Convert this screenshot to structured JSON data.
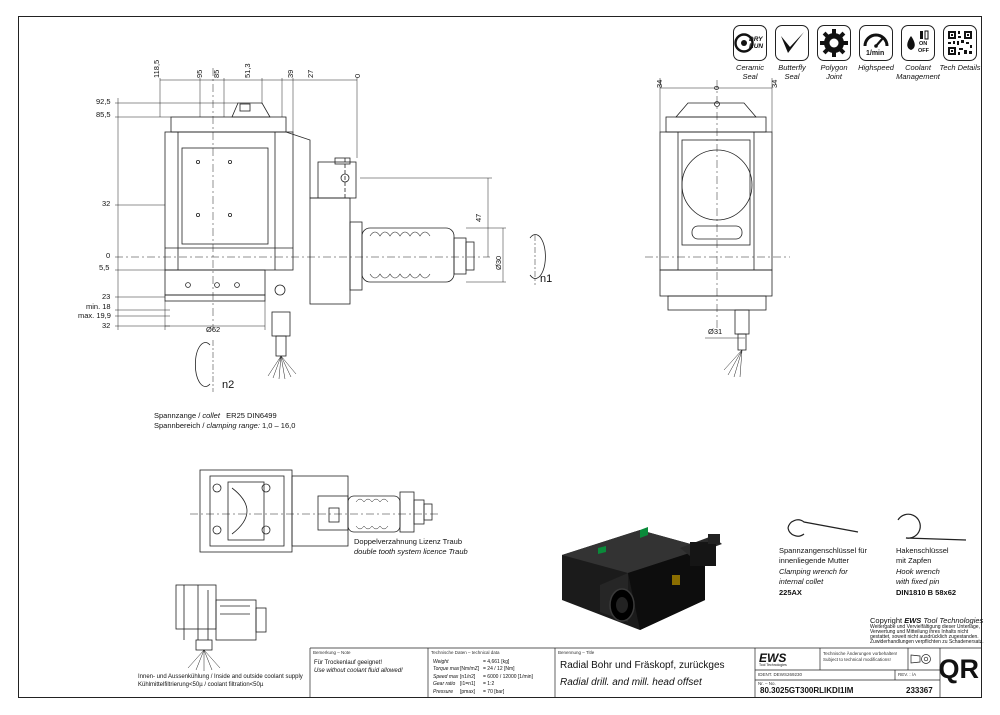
{
  "features": [
    {
      "icon": "ceramic-seal-dry-run-icon",
      "badge": "DRY RUN",
      "label": "Ceramic Seal"
    },
    {
      "icon": "butterfly-seal-icon",
      "label": "Butterfly Seal"
    },
    {
      "icon": "polygon-joint-gear-icon",
      "label": "Polygon Joint"
    },
    {
      "icon": "highspeed-gauge-icon",
      "badge": "1/min",
      "label": "Highspeed"
    },
    {
      "icon": "coolant-management-icon",
      "badge_on": "ON",
      "badge_off": "OFF",
      "label": "Coolant Management"
    },
    {
      "icon": "tech-details-qr-icon",
      "label": "Tech Details"
    }
  ],
  "front_view": {
    "top_dims": [
      "118,5",
      "95",
      "85",
      "51,3",
      "39",
      "27",
      "0"
    ],
    "left_dims": [
      "92,5",
      "85,5",
      "32",
      "0",
      "5,5",
      "23",
      "min. 18",
      "max. 19,9",
      "32"
    ],
    "dim_47": "47",
    "dim_d30": "Ø30",
    "dim_d62": "Ø62",
    "n1": "n1",
    "n2": "n2"
  },
  "side_view": {
    "top_dims": [
      "34",
      "0",
      "34"
    ],
    "dim_d31": "Ø31"
  },
  "collet": {
    "line1_de": "Spannzange /",
    "line1_en": "collet",
    "line1_val": "ER25    DIN6499",
    "line2_de": "Spannbereich /",
    "line2_en": "clamping range:",
    "line2_val": "1,0 – 16,0"
  },
  "top_view": {
    "note_de": "Doppelverzahnung Lizenz Traub",
    "note_en": "double tooth system licence Traub"
  },
  "wrench_clamp": {
    "de1": "Spannzangenschlüssel für",
    "de2": "innenliegende Mutter",
    "en1": "Clamping wrench for",
    "en2": "internal collet",
    "code": "225AX"
  },
  "wrench_hook": {
    "de1": "Hakenschlüssel",
    "de2": "mit Zapfen",
    "en1": "Hook wrench",
    "en2": "with fixed pin",
    "code": "DIN1810 B 58x62"
  },
  "coolant_note": {
    "line1": "Innen- und Aussenkühlung / Inside and outside coolant supply",
    "line2": "Kühlmittelfiltrierung<50µ / coolant filtration<50µ"
  },
  "copyright": {
    "title_prefix": "Copyright",
    "brand": "EWS",
    "title_suffix": "Tool Technologies",
    "l1": "Weitergabe und Vervielfältigung dieser Unterlage,",
    "l2": "Verwertung und Mitteilung ihres Inhalts nicht",
    "l3": "gestattet, soweit nicht ausdrücklich zugestanden.",
    "l4": "Zuwiderhandlungen verpflichten zu Schadenersatz."
  },
  "title_block": {
    "remark_hdr": "Bemerkung – Note",
    "remark_de": "Für Trockenlauf geeignet!",
    "remark_en": "Use without coolant fluid allowed!",
    "tech_hdr": "Technische Daten – technical data",
    "tech_rows": [
      {
        "k": "Weight",
        "u": "",
        "v": "= 4,661  [kg]"
      },
      {
        "k": "Torque max",
        "u": "[Nm/mZ]",
        "v": "=  24 / 12 [Nm]"
      },
      {
        "k": "Speed max",
        "u": "[n1/n2]",
        "v": "=  6000 / 12000 [1/min]"
      },
      {
        "k": "Gear ratio",
        "u": "[i1=n1]",
        "v": "=  1:2"
      },
      {
        "k": "Pressure",
        "u": "[pmax]",
        "v": "=  70 [bar]"
      }
    ],
    "name_hdr": "Benennung – Title",
    "title_de": "Radial Bohr und Fräskopf, zurückges",
    "title_en": "Radial drill. and mill. head offset",
    "ews_logo": "EWS",
    "ews_sub": "Tool Technologies",
    "changes1": "Technische Änderungen vorbehalten!",
    "changes2": "Subject to technical modifications!",
    "ident": "IDENT. DEWS269230",
    "rev": "REV. : /A",
    "nr_hdr": "Nr. – No.",
    "part_no": "80.3025GT300RLIKDI1IM",
    "code_no": "233367",
    "qr": "QR"
  }
}
